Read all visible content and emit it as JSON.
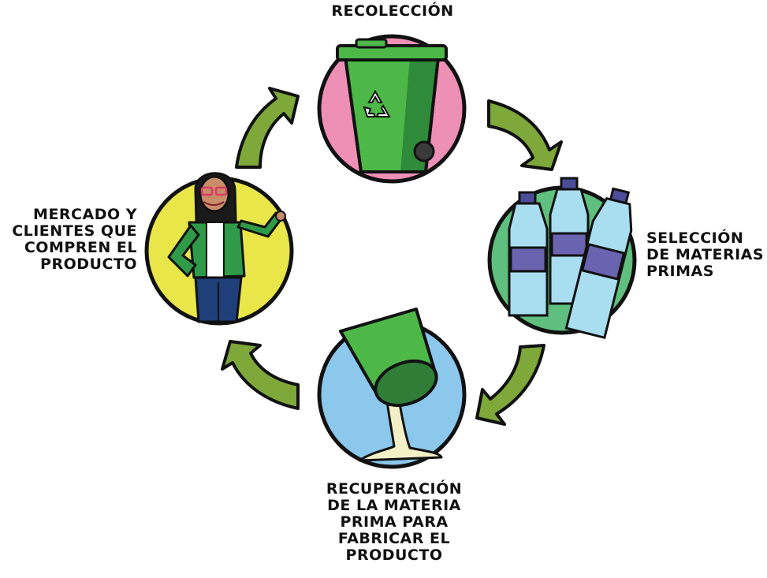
{
  "colors": {
    "outline": "#111111",
    "arrow_fill": "#7ea83a",
    "circle_top": "#ee8fb6",
    "circle_right": "#5fbf7e",
    "circle_bottom": "#8cc7ec",
    "circle_left": "#e9e64a",
    "bin_green": "#4db848",
    "bottle_blue": "#a9ddf0",
    "bottle_label": "#6a63b0",
    "bucket_green": "#4db848",
    "liquid": "#f3f0c8"
  },
  "stages": [
    {
      "id": "recoleccion",
      "lines": [
        "RECOLECCIÓN"
      ],
      "icon": "recycling-bin-icon"
    },
    {
      "id": "seleccion",
      "lines": [
        "SELECCIÓN",
        "DE MATERIAS",
        "PRIMAS"
      ],
      "icon": "plastic-bottles-icon"
    },
    {
      "id": "recuperacion",
      "lines": [
        "RECUPERACIÓN",
        "DE LA MATERIA",
        "PRIMA PARA",
        "FABRICAR EL",
        "PRODUCTO"
      ],
      "icon": "pouring-bucket-icon"
    },
    {
      "id": "mercado",
      "lines": [
        "MERCADO Y",
        "CLIENTES QUE",
        "COMPREN EL",
        "PRODUCTO"
      ],
      "icon": "woman-presenting-icon"
    }
  ],
  "arrows": [
    "curved-arrow-icon",
    "curved-arrow-icon",
    "curved-arrow-icon",
    "curved-arrow-icon"
  ]
}
